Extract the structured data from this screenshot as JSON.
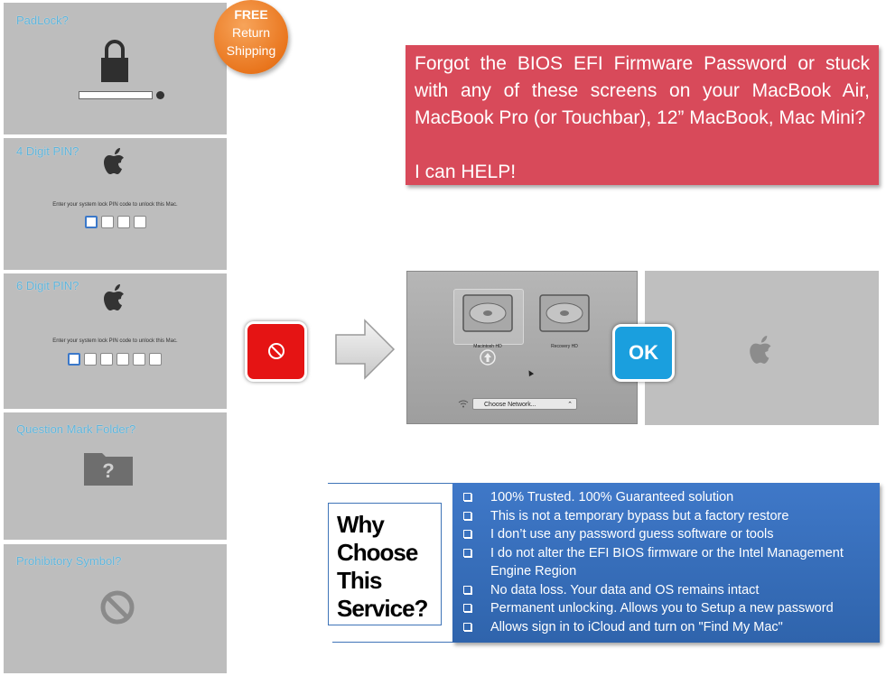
{
  "panels": [
    {
      "title": "PadLock?"
    },
    {
      "title": "4 Digit PIN?",
      "caption": "Enter your system lock PIN code to unlock this Mac."
    },
    {
      "title": "6 Digit PIN?",
      "caption": "Enter your system lock PIN code to unlock this Mac."
    },
    {
      "title": "Question Mark Folder?"
    },
    {
      "title": "Prohibitory Symbol?"
    }
  ],
  "badge": {
    "line1": "FREE",
    "line2": "Return",
    "line3": "Shipping"
  },
  "headline": {
    "text": "Forgot the BIOS EFI Firmware Password or stuck with any of these screens on your MacBook Air, MacBook Pro (or Touchbar), 12” MacBook, Mac Mini?",
    "help": "I can HELP!"
  },
  "ok_label": "OK",
  "boot": {
    "disk1": "Macintosh HD",
    "disk2": "Recovery HD",
    "network": "Choose Network..."
  },
  "why": {
    "text": "Why Choose This Service?"
  },
  "features": [
    "100% Trusted. 100% Guaranteed solution",
    "This is not a temporary bypass but a factory restore",
    "I don’t use any password guess software or tools",
    "I do not alter the EFI BIOS firmware or the Intel Management Engine Region",
    "No data loss. Your data and OS remains intact",
    "Permanent unlocking. Allows you to Setup a new password",
    "Allows sign in to iCloud and turn on \"Find My Mac\""
  ],
  "colors": {
    "headline_bg": "#d84a5a",
    "features_bg": "#3f78c8",
    "ok_bg": "#1a9fde",
    "stop_bg": "#e51414",
    "badge_bg": "#e9761e"
  },
  "icons": [
    "padlock-icon",
    "apple-icon",
    "question-folder-icon",
    "prohibitory-icon",
    "no-entry-icon",
    "arrow-right-icon",
    "hard-disk-icon",
    "wifi-icon"
  ]
}
